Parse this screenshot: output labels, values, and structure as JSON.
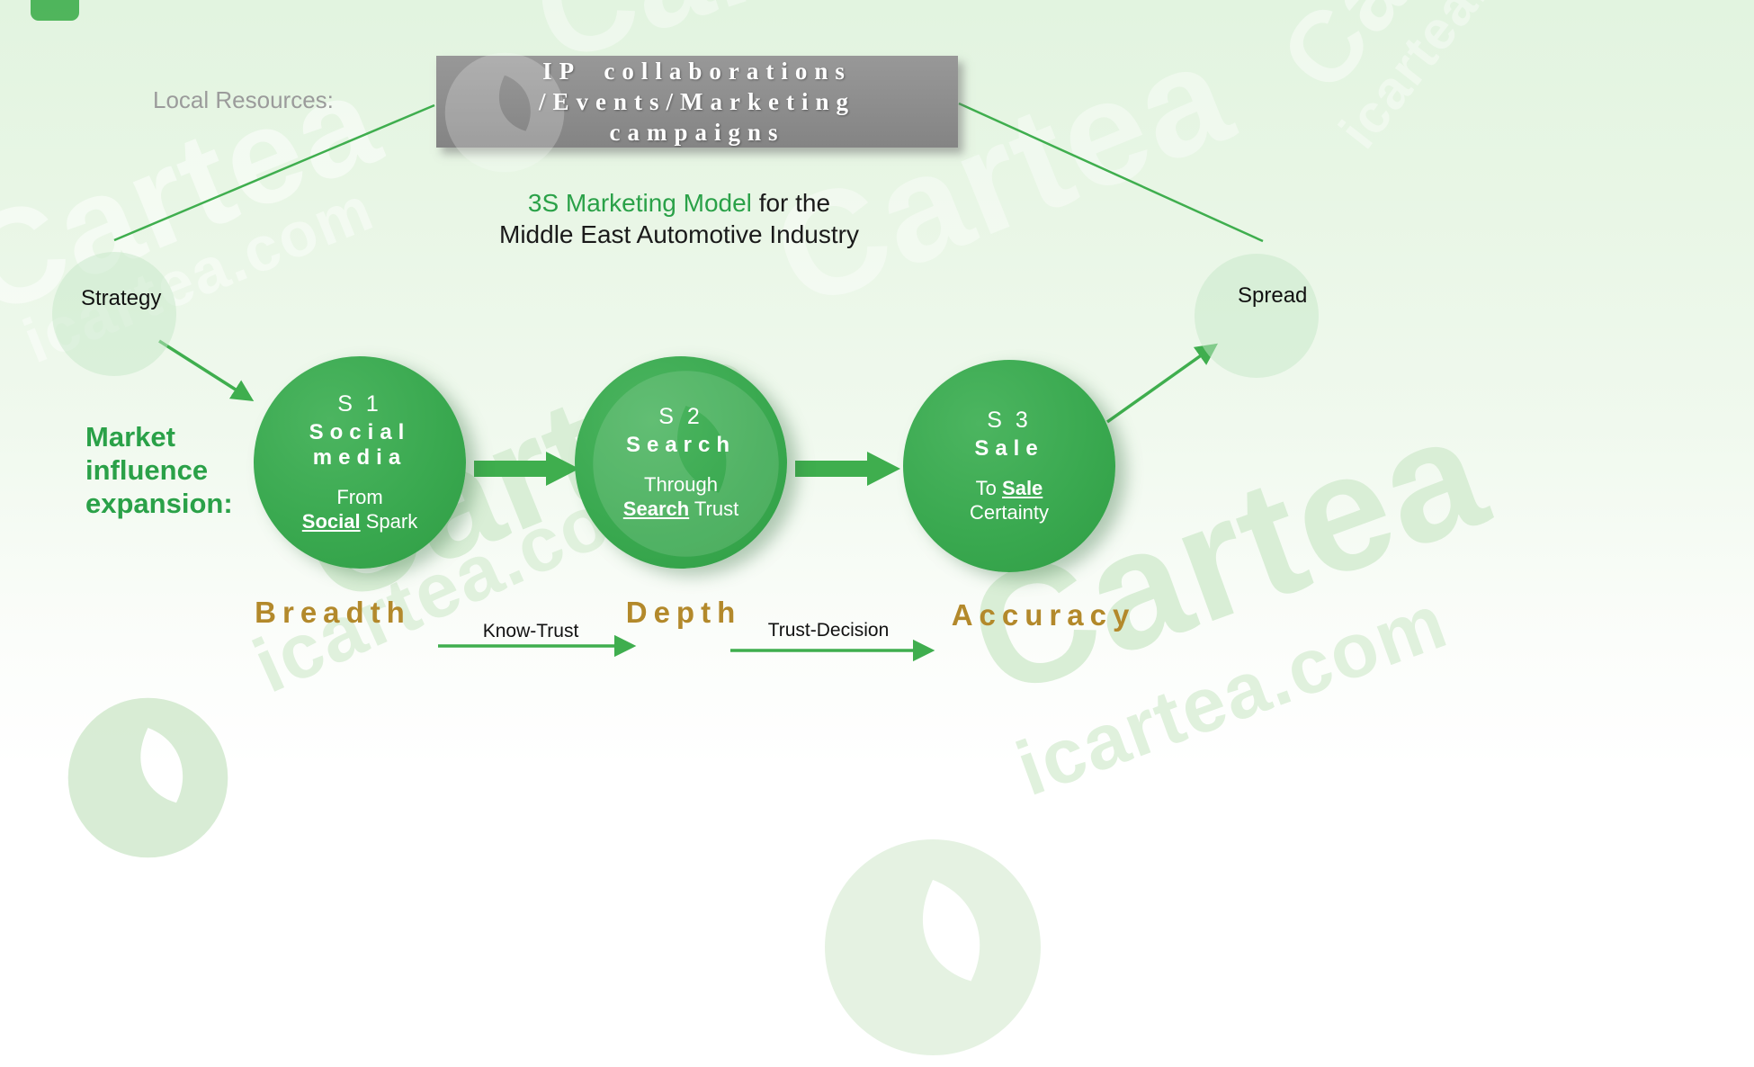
{
  "watermark": {
    "brand": "Cartea",
    "domain": "icartea.com"
  },
  "top": {
    "local_resources": "Local Resources:",
    "box_line1": "IP collaborations",
    "box_line2": "/Events/Marketing",
    "box_line3": "campaigns"
  },
  "title": {
    "highlight": "3S Marketing Model",
    "rest": " for the",
    "line2": "Middle East Automotive Industry"
  },
  "labels": {
    "strategy": "Strategy",
    "spread": "Spread",
    "market_line1": "Market",
    "market_line2": "influence",
    "market_line3": "expansion:"
  },
  "stages": [
    {
      "id": "S 1",
      "name_lines": [
        "Social",
        "media"
      ],
      "desc_lines": [
        [
          {
            "text": "From"
          }
        ],
        [
          {
            "text": "Social",
            "bold": true,
            "underline": true
          },
          {
            "text": " Spark"
          }
        ]
      ],
      "metric": "Breadth"
    },
    {
      "id": "S 2",
      "name_lines": [
        "Search"
      ],
      "desc_lines": [
        [
          {
            "text": "Through"
          }
        ],
        [
          {
            "text": "Search",
            "bold": true,
            "underline": true
          },
          {
            "text": " Trust"
          }
        ]
      ],
      "metric": "Depth"
    },
    {
      "id": "S 3",
      "name_lines": [
        "Sale"
      ],
      "desc_lines": [
        [
          {
            "text": "To "
          },
          {
            "text": "Sale",
            "bold": true,
            "underline": true
          }
        ],
        [
          {
            "text": "Certainty"
          }
        ]
      ],
      "metric": "Accuracy"
    }
  ],
  "transitions": [
    {
      "label": "Know-Trust"
    },
    {
      "label": "Trust-Decision"
    }
  ],
  "colors": {
    "green": "#3fae4e",
    "title_green": "#2aa148",
    "gold": "#b3892b",
    "box_gray": "#8c8c8c",
    "circle_light": "#4cb560",
    "circle_dark": "#2f9d44",
    "muted": "#9b9b9b",
    "ink": "#1a1a1a"
  }
}
